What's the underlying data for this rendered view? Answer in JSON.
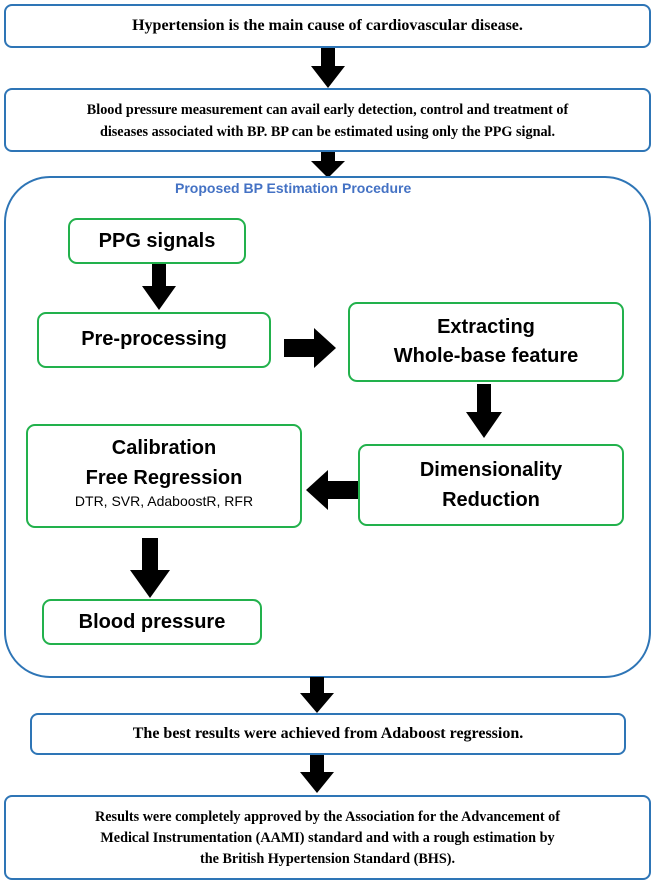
{
  "top_box": {
    "text": "Hypertension is the main cause of cardiovascular disease."
  },
  "second_box": {
    "line1": "Blood pressure measurement can avail early detection, control and treatment of",
    "line2": "diseases associated with BP. BP can be estimated using only the PPG signal."
  },
  "procedure": {
    "title": "Proposed BP Estimation Procedure",
    "ppg": "PPG signals",
    "preprocessing": "Pre-processing",
    "extracting_line1": "Extracting",
    "extracting_line2": "Whole-base feature",
    "dimensionality_line1": "Dimensionality",
    "dimensionality_line2": "Reduction",
    "calibration_line1": "Calibration",
    "calibration_line2": "Free Regression",
    "calibration_methods": "DTR, SVR, AdaboostR, RFR",
    "blood_pressure": "Blood pressure"
  },
  "best_results_box": {
    "text": "The best results were achieved from Adaboost regression."
  },
  "final_box": {
    "line1": "Results were completely approved by the Association for the Advancement of",
    "line2": "Medical Instrumentation (AAMI) standard and with a rough estimation by",
    "line3": "the British Hypertension Standard (BHS)."
  },
  "colors": {
    "outer_border": "#2e75b6",
    "inner_border": "#22b14c",
    "title": "#4472c4",
    "arrow": "#000000"
  }
}
